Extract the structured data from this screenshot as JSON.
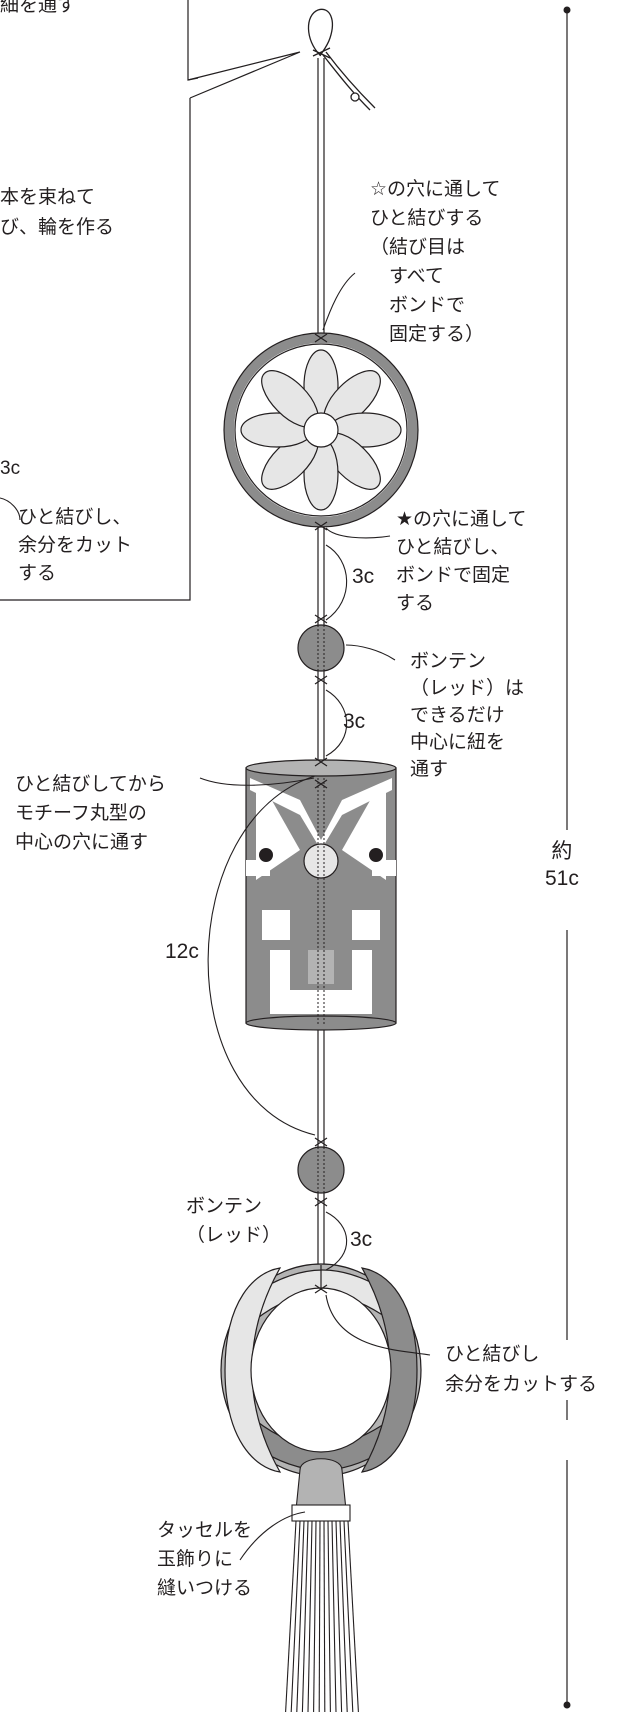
{
  "labels": {
    "top_left_cut": "細を通す",
    "bundle_note": "本を束ねて\nび、輪を作る",
    "left_3c": "3c",
    "left_tie_cut": "ひと結びし、\n余分をカット\nする",
    "white_star_hole": "☆の穴に通して\nひと結びする\n（結び目は\n　すべて\n　ボンドで\n　固定する）",
    "black_star_hole": "★の穴に通して\nひと結びし、\nボンドで固定\nする",
    "gap_upper_1": "3c",
    "bonten_note": "ボンテン\n（レッド）は\nできるだけ\n中心に紐を\n通す",
    "gap_upper_2": "3c",
    "motif_note": "ひと結びしてから\nモチーフ丸型の\n中心の穴に通す",
    "total_length": "約\n51c",
    "gap_12": "12c",
    "bonten_red": "ボンテン\n（レッド）",
    "gap_lower": "3c",
    "tie_cut_bottom": "ひと結びし\n余分をカットする",
    "tassel_note": "タッセルを\n玉飾りに\n縫いつける"
  },
  "colors": {
    "line": "#231f20",
    "gray_dark": "#8c8c8c",
    "gray_mid": "#b3b3b3",
    "gray_light": "#e6e6e6",
    "white": "#ffffff"
  }
}
